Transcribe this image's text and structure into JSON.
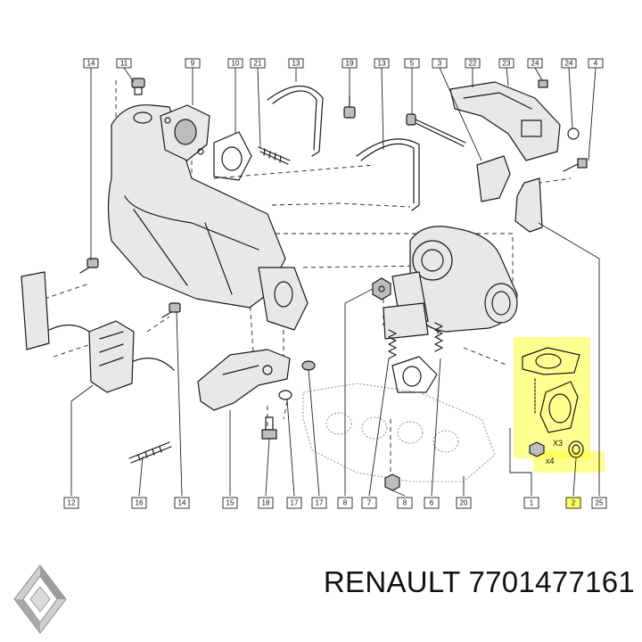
{
  "top_callouts": [
    "14",
    "11",
    "9",
    "10",
    "21",
    "13",
    "19",
    "13",
    "5",
    "3",
    "22",
    "23",
    "24",
    "24",
    "4"
  ],
  "bottom_callouts": [
    "12",
    "16",
    "14",
    "15",
    "18",
    "17",
    "17",
    "8",
    "7",
    "8",
    "6",
    "20",
    "1",
    "2",
    "25"
  ],
  "inline_labels": {
    "x3": "X3",
    "x4": "x4"
  },
  "highlight_color": "#ffff33",
  "brand": {
    "name": "RENAULT",
    "part_number": "7701477161",
    "logo_icon": "renault-diamond-logo"
  }
}
